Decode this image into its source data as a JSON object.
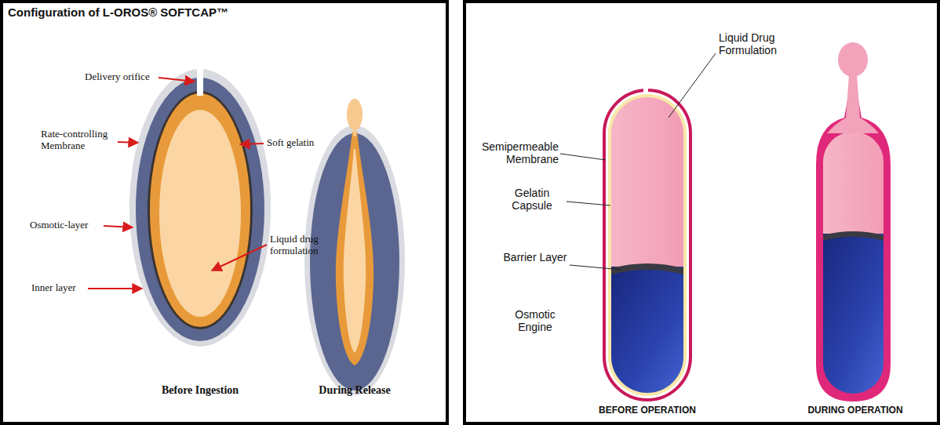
{
  "diagram": {
    "labels": [
      "Configuration of L-OROS® SOFTCAP™",
      "Delivery orifice",
      "Rate-controlling Membrane",
      "Soft gelatin",
      "Osmotic-layer",
      "Liquid drug formulation",
      "Inner layer",
      "Before Ingestion",
      "During Release",
      "Liquid Drug Formulation",
      "Semipermeable Membrane",
      "Gelatin Capsule",
      "Barrier Layer",
      "Osmotic Engine",
      "BEFORE OPERATION",
      "DURING OPERATION"
    ]
  }
}
